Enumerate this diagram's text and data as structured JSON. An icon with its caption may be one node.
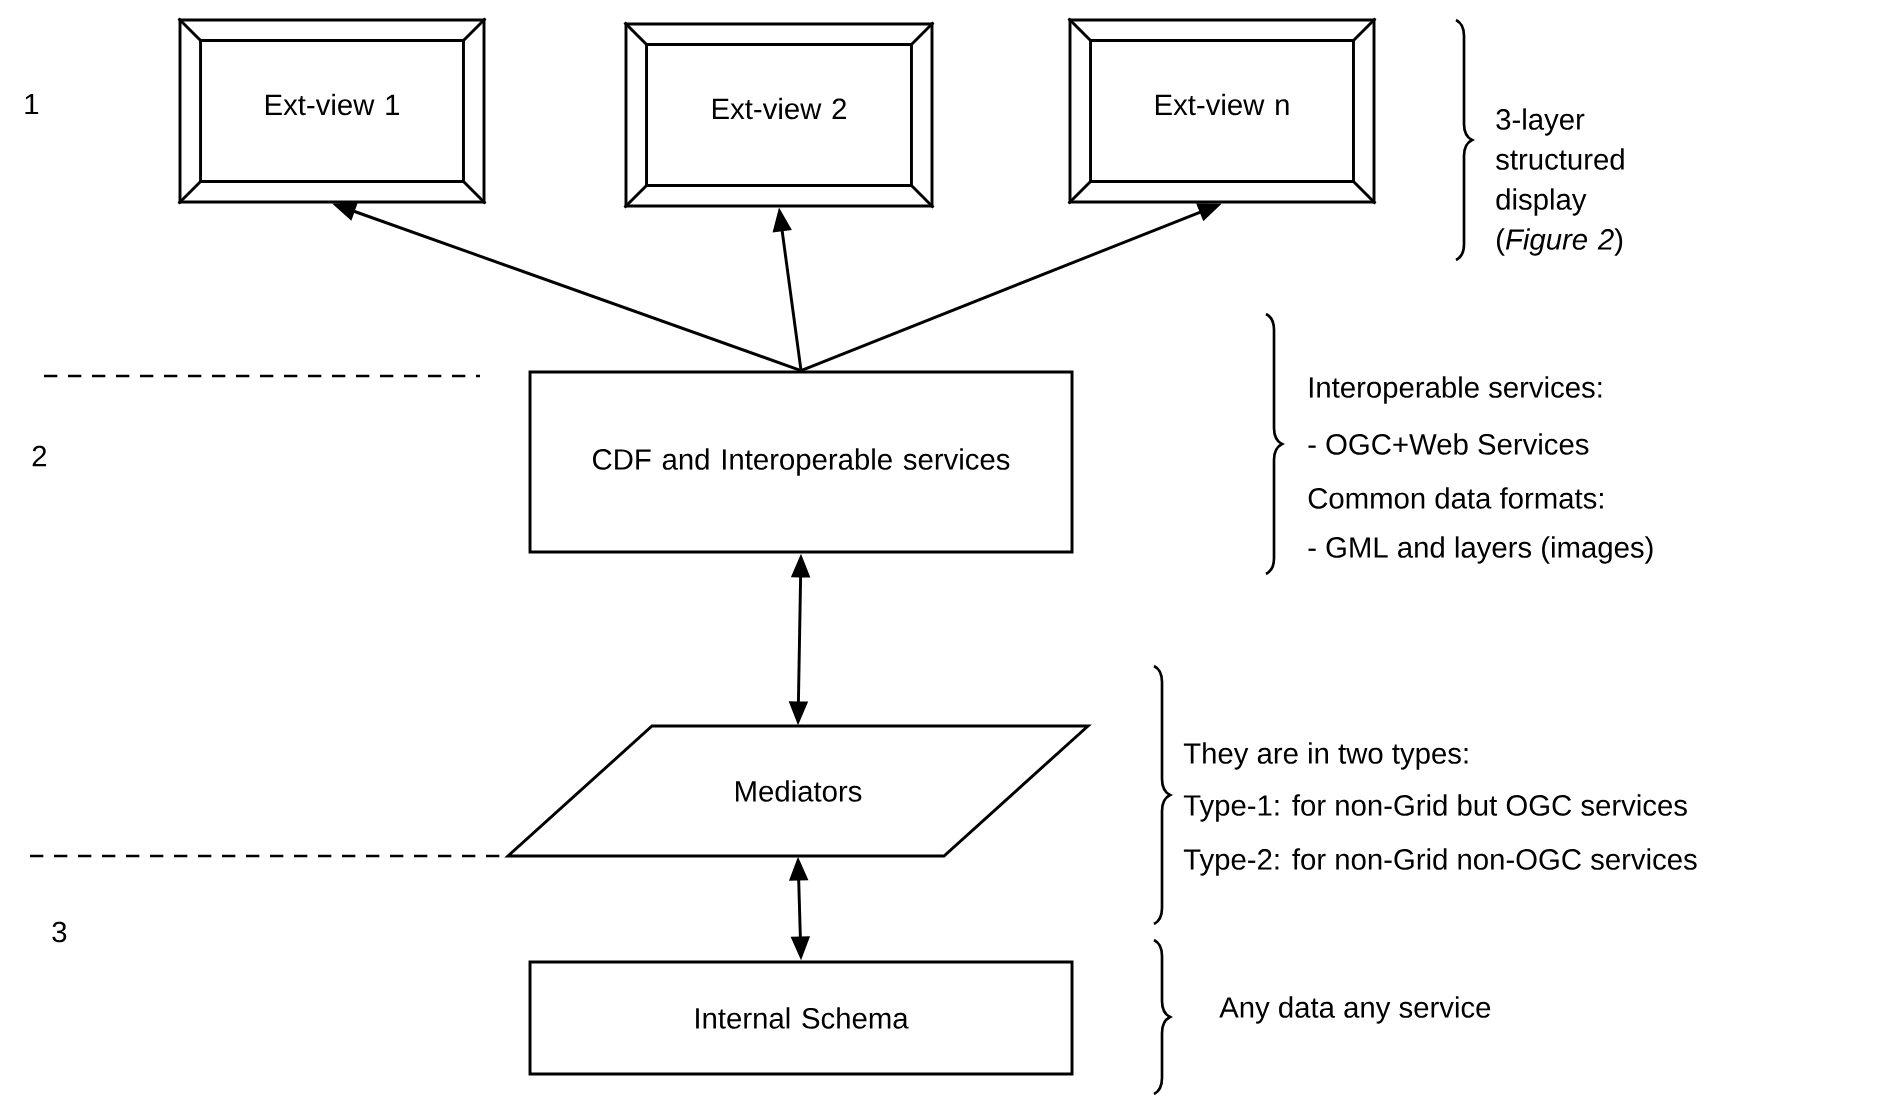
{
  "diagram": {
    "nodes": [
      {
        "text": [
          "Ext-view 1"
        ]
      },
      {
        "text": [
          "Ext-view 2"
        ]
      },
      {
        "text": [
          "Ext-view n"
        ]
      },
      {
        "text": [
          "CDF and Interoperable services"
        ]
      },
      {
        "text": [
          "Mediators"
        ]
      },
      {
        "text": [
          "Internal Schema"
        ]
      }
    ],
    "edges": [
      {
        "from": 3,
        "to": 0,
        "arrow": "to"
      },
      {
        "from": 3,
        "to": 1,
        "arrow": "to"
      },
      {
        "from": 3,
        "to": 2,
        "arrow": "to"
      },
      {
        "from": 3,
        "to": 4,
        "arrow": "both"
      },
      {
        "from": 4,
        "to": 5,
        "arrow": "both"
      }
    ],
    "labels": [
      "1",
      "2",
      "3",
      "3-layer structured display (*Figure 2*)",
      "Interoperable services:",
      "- OGC+Web Services",
      "Common data formats:",
      "- GML and layers (images)",
      "They are in two types:",
      "Type-1: for non-Grid but OGC services",
      "Type-2: for non-Grid non-OGC services",
      "Any data any service"
    ]
  }
}
